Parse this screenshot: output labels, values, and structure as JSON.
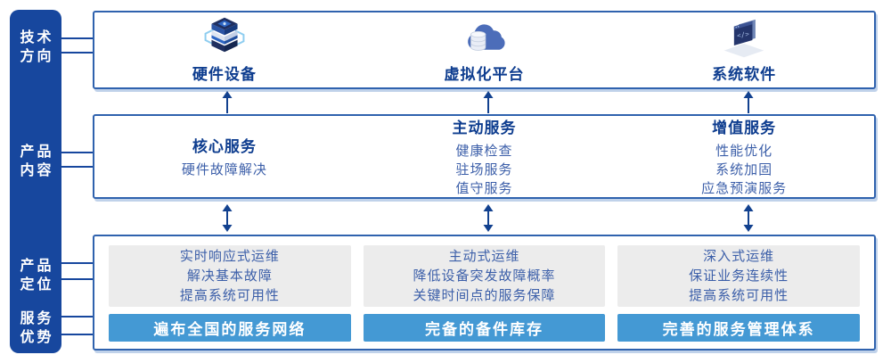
{
  "colors": {
    "sidebar_bg": "#17479e",
    "box_border": "#2f62ae",
    "title_text": "#0e3d8f",
    "body_text": "#3c5fa9",
    "card_bg": "#ececec",
    "bar_bg": "#4499d4",
    "arrow": "#12418f"
  },
  "sidebar": {
    "items": [
      {
        "line1": "技术",
        "line2": "方向"
      },
      {
        "line1": "产品",
        "line2": "内容"
      },
      {
        "line1": "产品",
        "line2": "定位"
      },
      {
        "line1": "服务",
        "line2": "优势"
      }
    ]
  },
  "tech_row": {
    "items": [
      {
        "icon": "server-stack-icon",
        "label": "硬件设备"
      },
      {
        "icon": "cloud-database-icon",
        "label": "虚拟化平台"
      },
      {
        "icon": "code-window-icon",
        "label": "系统软件"
      }
    ]
  },
  "content_row": {
    "columns": [
      {
        "title": "核心服务",
        "items": [
          "硬件故障解决"
        ]
      },
      {
        "title": "主动服务",
        "items": [
          "健康检查",
          "驻场服务",
          "值守服务"
        ]
      },
      {
        "title": "增值服务",
        "items": [
          "性能优化",
          "系统加固",
          "应急预演服务"
        ]
      }
    ]
  },
  "bottom_row": {
    "columns": [
      {
        "lines": [
          "实时响应式运维",
          "解决基本故障",
          "提高系统可用性"
        ],
        "advantage": "遍布全国的服务网络"
      },
      {
        "lines": [
          "主动式运维",
          "降低设备突发故障概率",
          "关键时间点的服务保障"
        ],
        "advantage": "完备的备件库存"
      },
      {
        "lines": [
          "深入式运维",
          "保证业务连续性",
          "提高系统可用性"
        ],
        "advantage": "完善的服务管理体系"
      }
    ]
  }
}
